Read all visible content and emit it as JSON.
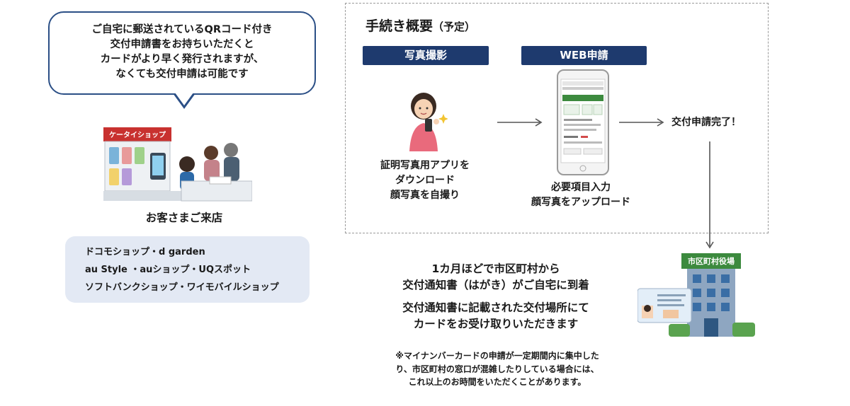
{
  "bubble": {
    "lines": [
      "ご自宅に郵送されているQRコード付き",
      "交付申請書をお持ちいただくと",
      "カードがより早く発行されますが、",
      "なくても交付申請は可能です"
    ]
  },
  "shop": {
    "sign": "ケータイショップ",
    "caption": "お客さまご来店",
    "list": [
      "ドコモショップ・d garden",
      "au Style ・auショップ・UQスポット",
      "ソフトバンクショップ・ワイモバイルショップ"
    ]
  },
  "procedure": {
    "title": "手続き概要",
    "title_note": "（予定）",
    "steps": [
      {
        "label": "写真撮影",
        "desc": [
          "証明写真用アプリを",
          "ダウンロード",
          "顔写真を自撮り"
        ]
      },
      {
        "label": "WEB申請",
        "desc": [
          "必要項目入力",
          "顔写真をアップロード"
        ]
      }
    ],
    "complete": "交付申請完了！"
  },
  "office": {
    "sign": "市区町村役場"
  },
  "arrival": [
    "1カ月ほどで市区町村から",
    "交付通知書（はがき）がご自宅に到着"
  ],
  "pickup": [
    "交付通知書に記載された交付場所にて",
    "カードをお受け取りいただきます"
  ],
  "note": [
    "※マイナンバーカードの申請が一定期間内に集中した",
    "り、市区町村の窓口が混雑したりしている場合には、",
    "これ以上のお時間をいただくことがあります。"
  ],
  "colors": {
    "navy": "#1e3a6e",
    "bubble_border": "#2b4f86",
    "shop_list_bg": "#e3e9f4",
    "green": "#3c8a3e"
  }
}
